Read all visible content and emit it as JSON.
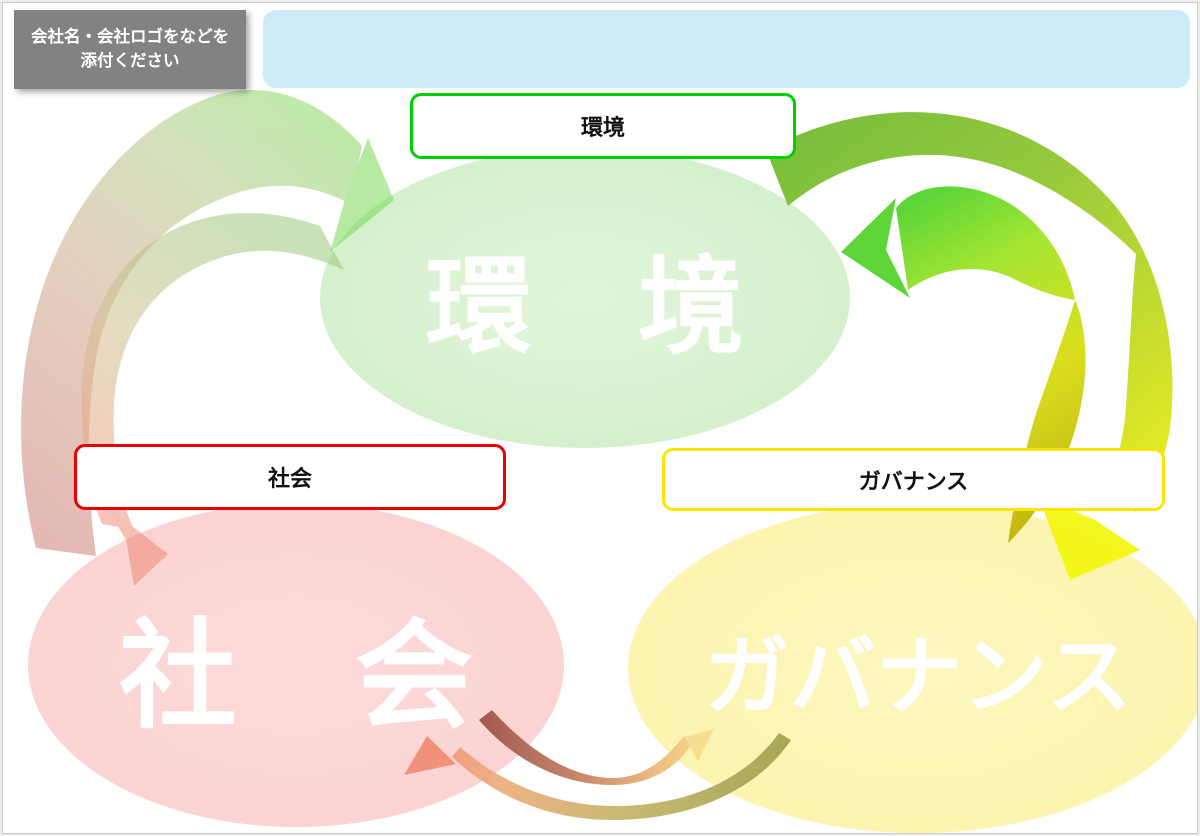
{
  "slide": {
    "logo_placeholder": {
      "line1": "会社名・会社ロゴをなどを",
      "line2": "添付ください"
    },
    "title_bar": {
      "text": ""
    },
    "colors": {
      "logo_box_bg": "#828282",
      "title_bar_bg": "#cdecf7",
      "environment_border": "#00cf00",
      "social_border": "#ec0000",
      "governance_border": "#ffe400",
      "environment_fill": "#d7f1cf",
      "social_fill": "#fbd4d3",
      "governance_fill": "#fcf4b2"
    },
    "diagram": {
      "environment": {
        "label": "環境",
        "ellipse_text": "環　境"
      },
      "social": {
        "label": "社会",
        "ellipse_text": "社　会"
      },
      "governance": {
        "label": "ガバナンス",
        "ellipse_text": "ガバナンス"
      },
      "arrows": [
        {
          "name": "social-to-environment",
          "gradient": [
            "#ca6e66",
            "#79d650"
          ]
        },
        {
          "name": "environment-to-social",
          "gradient": [
            "#98c97e",
            "#ee8e7c"
          ]
        },
        {
          "name": "environment-to-governance",
          "gradient": [
            "#6cb82b",
            "#f2ef10"
          ]
        },
        {
          "name": "governance-to-environment",
          "gradient": [
            "#c0b208",
            "#54d42e"
          ]
        },
        {
          "name": "social-to-governance",
          "gradient": [
            "#a2574e",
            "#f6db8e"
          ]
        },
        {
          "name": "governance-to-social",
          "gradient": [
            "#a6a756",
            "#f0907a"
          ]
        }
      ]
    }
  }
}
